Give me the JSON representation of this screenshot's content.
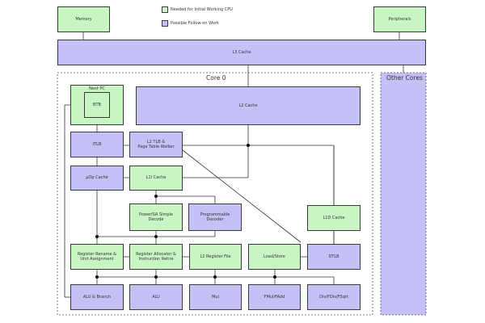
{
  "legend": {
    "needed": "Needed for Initial Working CPU",
    "possible": "Possible Follow-on Work",
    "needed_color": "#c8f5c4",
    "possible_color": "#c3c1f6"
  },
  "top": {
    "memory": "Memory",
    "peripherals": "Peripherals",
    "l3_cache": "L3 Cache"
  },
  "core": {
    "title": "Core 0",
    "next_pc": "Next PC",
    "btb": "BTB",
    "l2_cache": "L2 Cache",
    "itlb": "ITLB",
    "l2_tlb": "L2 TLB &\nPage Table Walker",
    "uop_cache": "µOp Cache",
    "l1i_cache": "L1I Cache",
    "powerisa_decode": "PowerISA Simple\nDecode",
    "programmable_decoder": "Programmable\nDecoder",
    "l1d_cache": "L1D Cache",
    "register_rename": "Register Rename &\nUnit Assignment",
    "register_allocator": "Register Allocator &\nInstruction Retire",
    "l2_register_file": "L2 Register File",
    "load_store": "Load/Store",
    "dtlb": "DTLB",
    "alu_branch": "ALU & Branch",
    "alu": "ALU",
    "mul": "Mul",
    "fmul_fadd": "FMul/FAdd",
    "div_fdiv_fsqrt": "Div/FDiv/FSqrt"
  },
  "other_cores": "Other Cores"
}
